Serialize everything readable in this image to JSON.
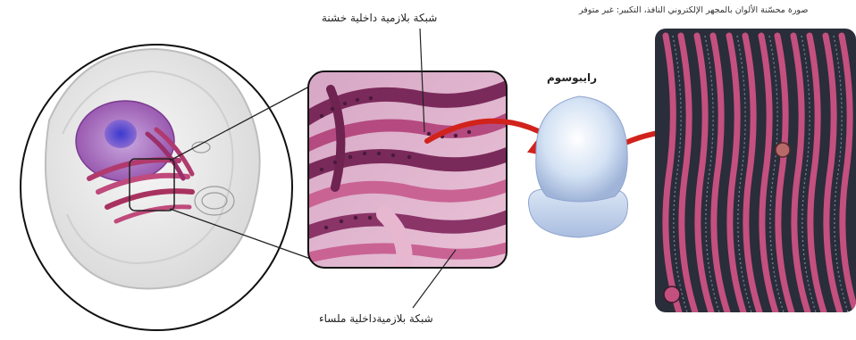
{
  "labels": {
    "rough_er": "شبكة بلازمية داخلية خشنة",
    "ribosome": "رايبوسوم",
    "smooth_er": "شبكة بلازميةداخلية ملساء",
    "micrograph_caption": "صورة محسّنة الألوان بالمجهر الإلكتروني النافذ، التكبير: غير متوفر"
  },
  "colors": {
    "er_pink": "#c04a7c",
    "er_purple": "#7a2a5a",
    "nucleus_blue": "#5a5ad0",
    "arrow_red": "#d1231c",
    "ribosome_blue": "#c8daf0",
    "micrograph_dark": "#2a2d3a"
  },
  "icons": {
    "cell": "cell-illustration",
    "zoom": "magnified-er-icon",
    "ribosome": "ribosome-icon",
    "micrograph": "tem-micrograph-icon"
  }
}
